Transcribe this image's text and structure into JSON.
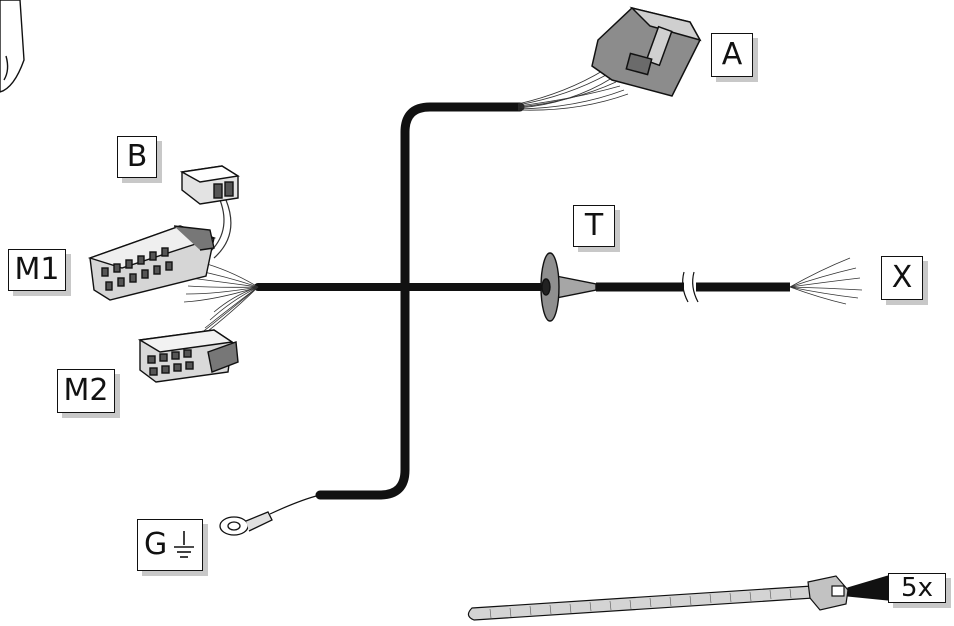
{
  "labels": {
    "a": "A",
    "b": "B",
    "t": "T",
    "x": "X",
    "m1": "M1",
    "m2": "M2",
    "g": "G",
    "ties": "5x"
  },
  "colors": {
    "cable": "#111111",
    "connector_fill": "#d9d9d9",
    "connector_dark": "#777777",
    "grommet": "#a6a6a6",
    "label_shadow": "#c8c8c8"
  },
  "icons": {
    "ground": "ground-symbol-icon"
  }
}
